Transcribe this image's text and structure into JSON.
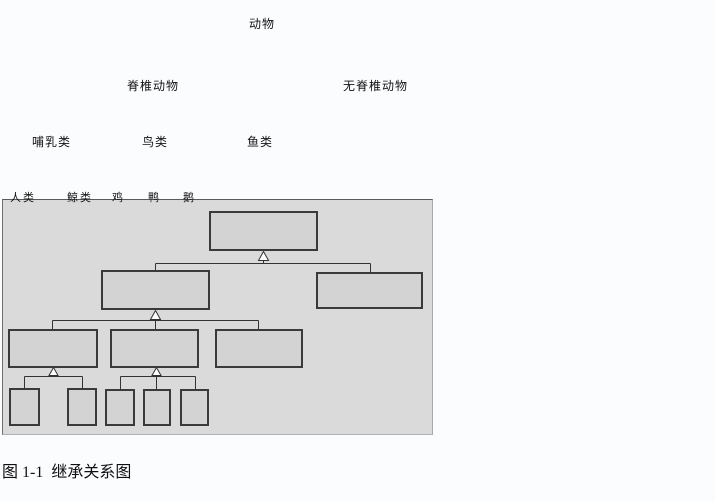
{
  "window": {
    "background": "#fbfcfe"
  },
  "labels": {
    "animal": "动物",
    "vertebrate": "脊椎动物",
    "invertebrate": "无脊椎动物",
    "mammal": "哺乳类",
    "bird": "鸟类",
    "fish": "鱼类",
    "human": "人类",
    "whale": "鲸类",
    "chicken": "鸡",
    "duck": "鸭",
    "goose": "鹅"
  },
  "caption": "图 1-1  继承关系图",
  "diagram": {
    "type": "inheritance-tree",
    "nodes": [
      "animal",
      "vertebrate",
      "invertebrate",
      "mammal",
      "bird",
      "fish",
      "human",
      "whale",
      "chicken",
      "duck",
      "goose"
    ],
    "edges": [
      {
        "parent": "animal",
        "children": [
          "vertebrate",
          "invertebrate"
        ]
      },
      {
        "parent": "vertebrate",
        "children": [
          "mammal",
          "bird",
          "fish"
        ]
      },
      {
        "parent": "mammal",
        "children": [
          "human",
          "whale"
        ]
      },
      {
        "parent": "bird",
        "children": [
          "chicken",
          "duck",
          "goose"
        ]
      }
    ],
    "colors": {
      "panel_bg": "#dadada",
      "node_fill": "#d3d3d3",
      "node_border": "#3a3a3a",
      "line": "#333333",
      "arrowhead_fill": "#ffffff",
      "text": "#141414"
    }
  }
}
